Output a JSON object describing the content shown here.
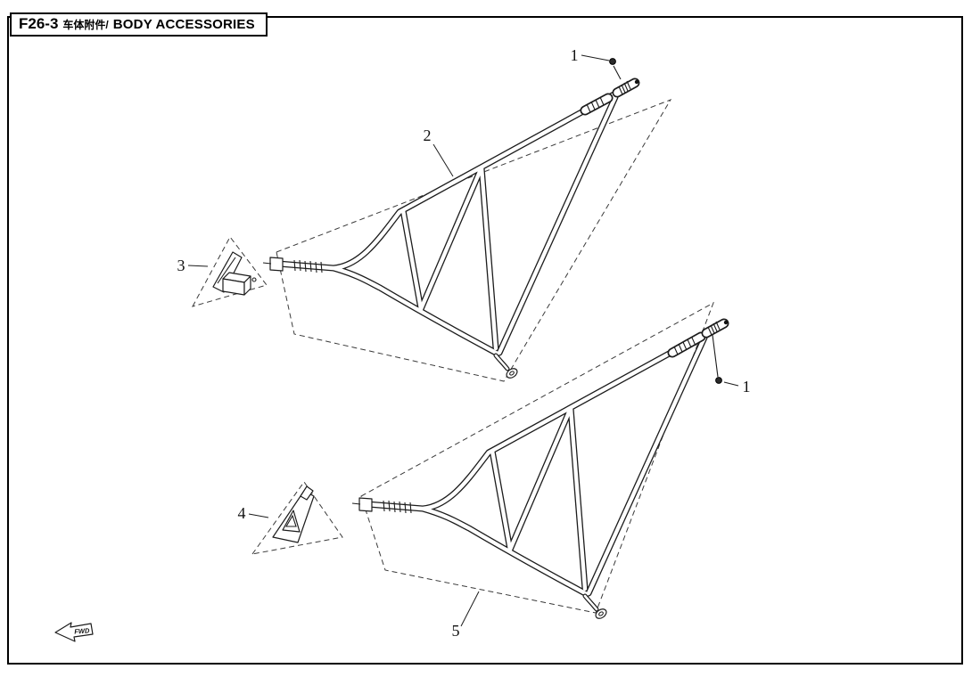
{
  "header": {
    "code": "F26-3",
    "title_cn": "车体附件/",
    "title_en": "BODY ACCESSORIES"
  },
  "callouts": {
    "c1_upper": "1",
    "c2": "2",
    "c3": "3",
    "c4": "4",
    "c1_lower": "1",
    "c5": "5"
  },
  "footer": {
    "fwd_label": "FWD"
  },
  "colors": {
    "line": "#1c1c1c",
    "background": "#ffffff",
    "dashed_outline": "#3a3a3a"
  }
}
